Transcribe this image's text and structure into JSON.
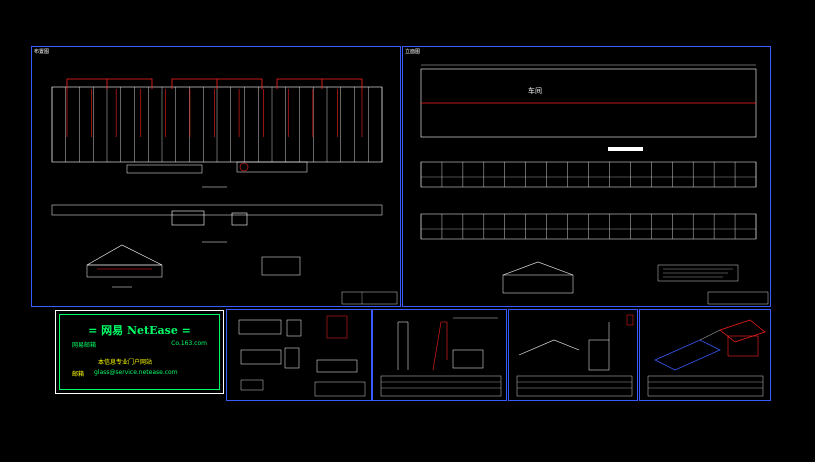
{
  "sheets": {
    "main_title": "布置图",
    "workshop_title": "立面图",
    "workshop_label": "车间"
  },
  "netease": {
    "title": "= 网易 NetEase =",
    "left_label": "网易邮箱",
    "right_label": "Co.163.com",
    "line3": "本信息专业门户网站",
    "line4_label": "邮箱",
    "line4_value": "glass@service.netease.com"
  },
  "colors": {
    "sheet_border": "#3a5cff",
    "drawing_line": "#ffffff",
    "accent_red": "#ff2020",
    "accent_green": "#00ff66",
    "accent_yellow": "#ffff00"
  }
}
